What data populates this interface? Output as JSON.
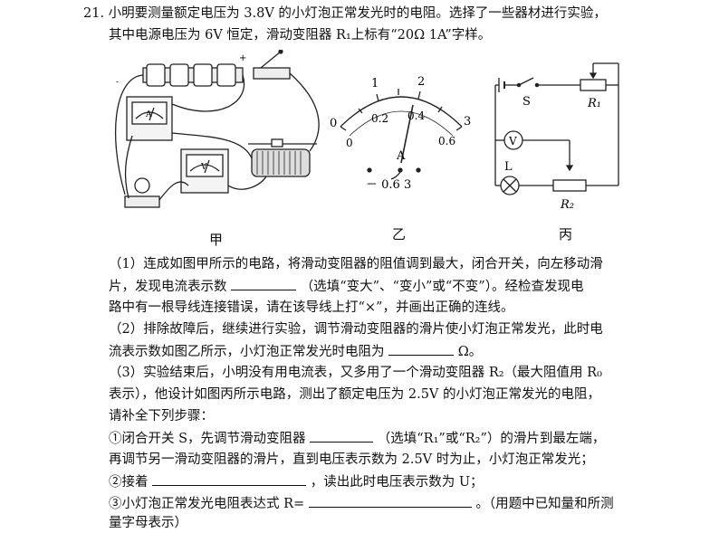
{
  "question": {
    "line1": "21. 小明要测量额定电压为 3.8V 的小灯泡正常发光时的电阻。选择了一些器材进行实验，",
    "line2": "其中电源电压为 6V 恒定，滑动变阻器 R₁上标有“20Ω  1A”字样。"
  },
  "figures": {
    "cap_jia": "甲",
    "cap_yi": "乙",
    "cap_bing": "丙",
    "meter": {
      "top_ticks": [
        "1",
        "2"
      ],
      "top_end_left": "0",
      "top_end_right": "3",
      "mid_ticks": [
        "0.2",
        "0.4"
      ],
      "bot_left": "0",
      "bot_right": "0.6",
      "unit": "A",
      "terminals": "－ 0.6  3"
    },
    "circuit": {
      "switch": "S",
      "r1": "R₁",
      "voltmeter": "V",
      "lamp": "L",
      "r2": "R₂"
    }
  },
  "part1": {
    "l1": "（1）连成如图甲所示的电路，将滑动变阻器的阻值调到最大，闭合开关，向左移动滑",
    "l2a": "片，发现电流表示数",
    "l2b": "（选填“变大”、“变小”或“不变”）。经检查发现电",
    "l3": "路中有一根导线连接错误，请在该导线上打“×”，并画出正确的连线。"
  },
  "part2": {
    "l1": "（2）排除故障后，继续进行实验，调节滑动变阻器的滑片使小灯泡正常发光，此时电",
    "l2a": "流表示数如图乙所示，小灯泡正常发光时电阻为",
    "l2b": "Ω。"
  },
  "part3": {
    "l1": "（3）实验结束后，小明没有用电流表，又多用了一个滑动变阻器 R₂（最大阻值用 R₀",
    "l2": "表示），他设计如图丙所示电路，测出了额定电压为 2.5V 的小灯泡正常发光的电阻，",
    "l3": "请补全下列步骤：",
    "s1a": "①闭合开关 S，先调节滑动变阻器",
    "s1b": "（选填“R₁”或“R₂”）的滑片到最左端，",
    "s1c": "再调节另一滑动变阻器的滑片，直到电压表示数为 2.5V 时为止，小灯泡正常发光；",
    "s2a": "②接着",
    "s2b": "，读出此时电压表示数为 U；",
    "s3a": "③小灯泡正常发光电阻表达式 R=",
    "s3b": "。（用题中已知量和所测",
    "s3c": "量字母表示）"
  }
}
